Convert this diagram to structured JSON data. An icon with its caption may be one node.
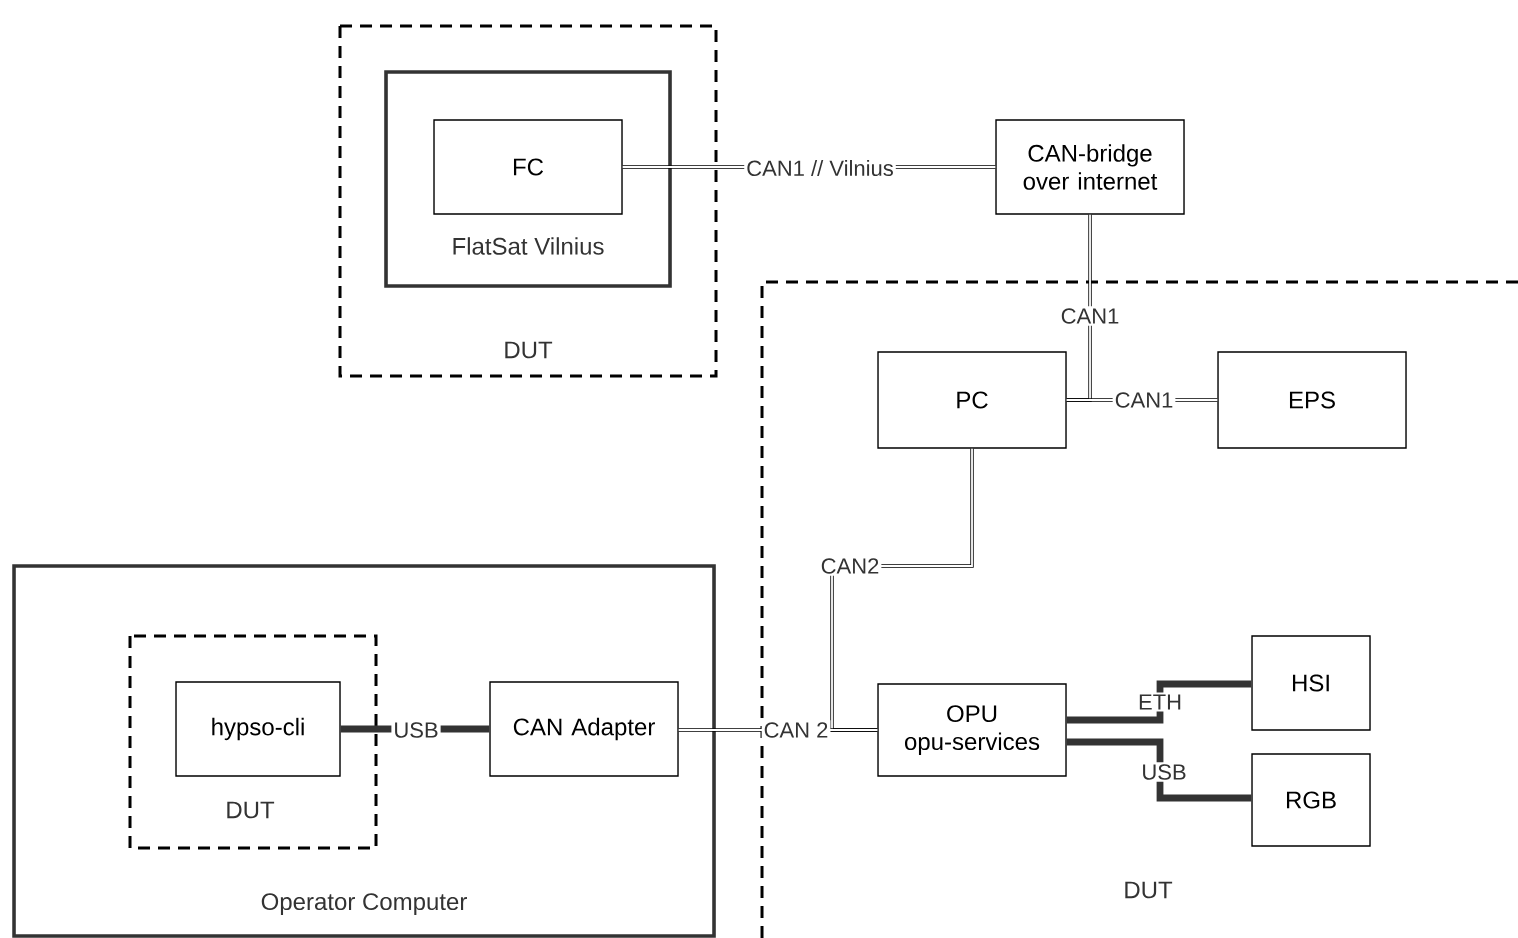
{
  "diagram": {
    "nodes": [
      {
        "text": [
          "DUT"
        ]
      },
      {
        "text": [
          "FlatSat Vilnius"
        ],
        "in": 0
      },
      {
        "text": [
          "FC"
        ],
        "in": 1
      },
      {
        "text": [
          "CAN-bridge over internet"
        ]
      },
      {
        "text": [
          "DUT"
        ]
      },
      {
        "text": [
          "PC"
        ],
        "in": 4
      },
      {
        "text": [
          "EPS"
        ],
        "in": 4
      },
      {
        "text": [
          "OPU",
          "opu-services"
        ],
        "in": 4
      },
      {
        "text": [
          "HSI"
        ],
        "in": 4
      },
      {
        "text": [
          "RGB"
        ],
        "in": 4
      },
      {
        "text": [
          "Operator Computer"
        ]
      },
      {
        "text": [
          "DUT"
        ],
        "in": 10
      },
      {
        "text": [
          "hypso-cli"
        ],
        "in": 11
      },
      {
        "text": [
          "CAN Adapter"
        ],
        "in": 10
      }
    ],
    "edges": [
      {
        "from": 2,
        "to": 3,
        "arrow": "none",
        "label": "CAN1 // Vilnius"
      },
      {
        "from": 3,
        "to": 5,
        "arrow": "none",
        "label": "CAN1"
      },
      {
        "from": 5,
        "to": 6,
        "arrow": "none",
        "label": "CAN1"
      },
      {
        "from": 5,
        "to": 7,
        "arrow": "none",
        "label": "CAN2"
      },
      {
        "from": 13,
        "to": 7,
        "arrow": "none",
        "label": "CAN 2"
      },
      {
        "from": 7,
        "to": 8,
        "arrow": "none",
        "label": "ETH",
        "style": "thick"
      },
      {
        "from": 7,
        "to": 9,
        "arrow": "none",
        "label": "USB",
        "style": "thick"
      },
      {
        "from": 12,
        "to": 13,
        "arrow": "none",
        "label": "USB",
        "style": "thick"
      }
    ]
  }
}
